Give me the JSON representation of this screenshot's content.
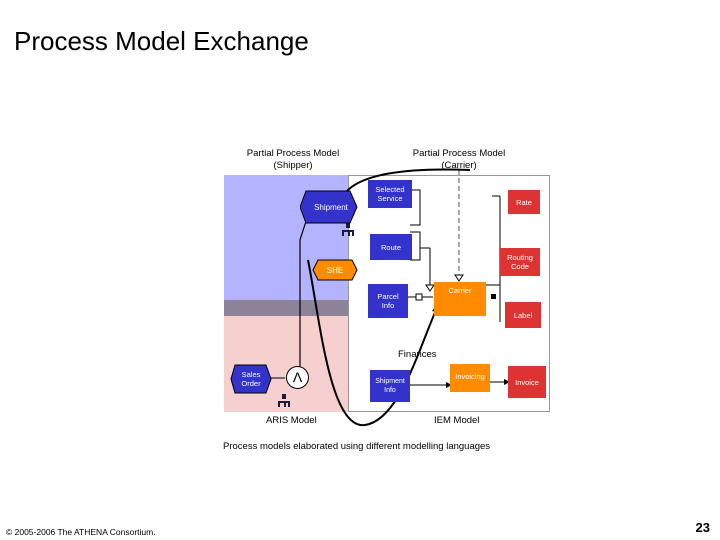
{
  "title": "Process Model Exchange",
  "headers": {
    "shipper": "Partial Process Model\n(Shipper)",
    "carrier": "Partial Process Model\n(Carrier)"
  },
  "shapes": {
    "shipment": "Shipment",
    "selected_service": "Selected\nService",
    "rate": "Rate",
    "route": "Route",
    "routing_code": "Routing\nCode",
    "she": "SHE",
    "parcel_info": "Parcel\nInfo",
    "carrier": "Carrier",
    "label": "Label",
    "finances": "Finances",
    "sales_order": "Sales\nOrder",
    "and_symbol": "Λ",
    "shipment_info": "Shipment\nInfo",
    "invoicing": "Invoicing",
    "invoice": "Invoice"
  },
  "captions": {
    "aris": "ARIS Model",
    "iem": "IEM Model",
    "summary": "Process models elaborated using different modelling languages"
  },
  "footer": "© 2005-2006 The ATHENA Consortium.",
  "page_number": "23",
  "colors": {
    "shipper_upper": "#b3b3ff",
    "shipper_lower": "#f6cfcf",
    "blue_shape": "#3333cc",
    "orange": "#ff8c00",
    "red_shape": "#dd3333"
  }
}
